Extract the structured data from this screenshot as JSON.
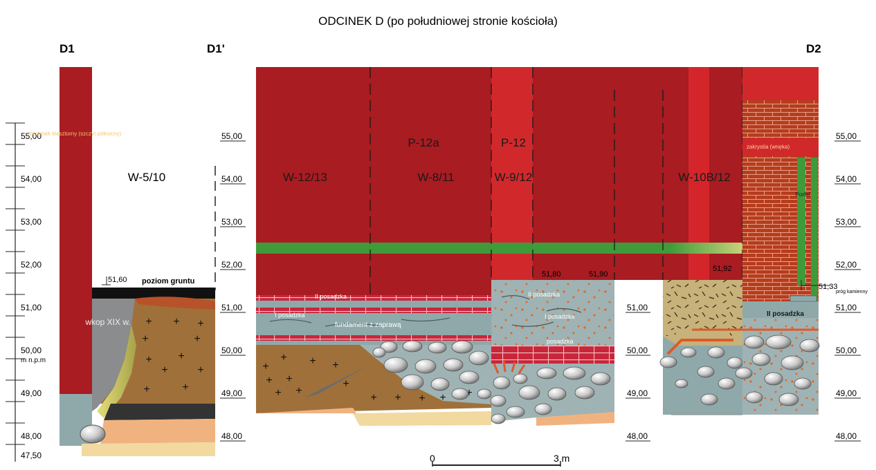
{
  "title": "ODCINEK D  (po południowej stronie kościoła)",
  "profile_points": {
    "d1": "D1",
    "d1p": "D1'",
    "d2": "D2"
  },
  "elevation_unit_label": "m n.p.m",
  "elevation_ticks": [
    "55,00",
    "54,00",
    "53,00",
    "52,00",
    "51,00",
    "50,00",
    "49,00",
    "48,00",
    "47,50"
  ],
  "wall_labels": {
    "w5_10": "W-5/10",
    "w12_13": "W-12/13",
    "w8_11": "W-8/11",
    "w9_12": "W-9/12",
    "w10b_12": "W-10B/12",
    "p12a": "P-12a",
    "p12": "P-12"
  },
  "annotations": {
    "budynek_klasztorny": "budynek klasztorny (szczyt północny)",
    "poziom_gruntu": "poziom gruntu",
    "level_5160": "51,60",
    "wkop": "wkop XIX w.",
    "ii_posadzka_left": "II posadzka",
    "i_posadzka_left": "I posadzka",
    "fundament_zaprawa": "fundament z zaprawą",
    "level_5180": "51,80",
    "level_5190": "51,90",
    "level_5192": "51,92",
    "ii_posadzka_mid": "II posadzka",
    "i_posadzka_mid": "I posadzka",
    "posadzka_mid": "posadzka",
    "zakrystia": "zakrystia (wnęka)",
    "portal": "Portal",
    "level_5133": "51,33",
    "prog_kamienny": "próg kamienny",
    "ii_posadzka_right": "II posadzka"
  },
  "scale_bar": {
    "start": "0",
    "end": "3 m"
  },
  "colors": {
    "wall_red": "#a81c22",
    "wall_red_light": "#c9282a",
    "brick_red": "#b53d1e",
    "green_band": "#3f9b3a",
    "soil_brown": "#a0703a",
    "rubble_blue": "#8fa9ab",
    "sand": "#f1d9a0"
  }
}
